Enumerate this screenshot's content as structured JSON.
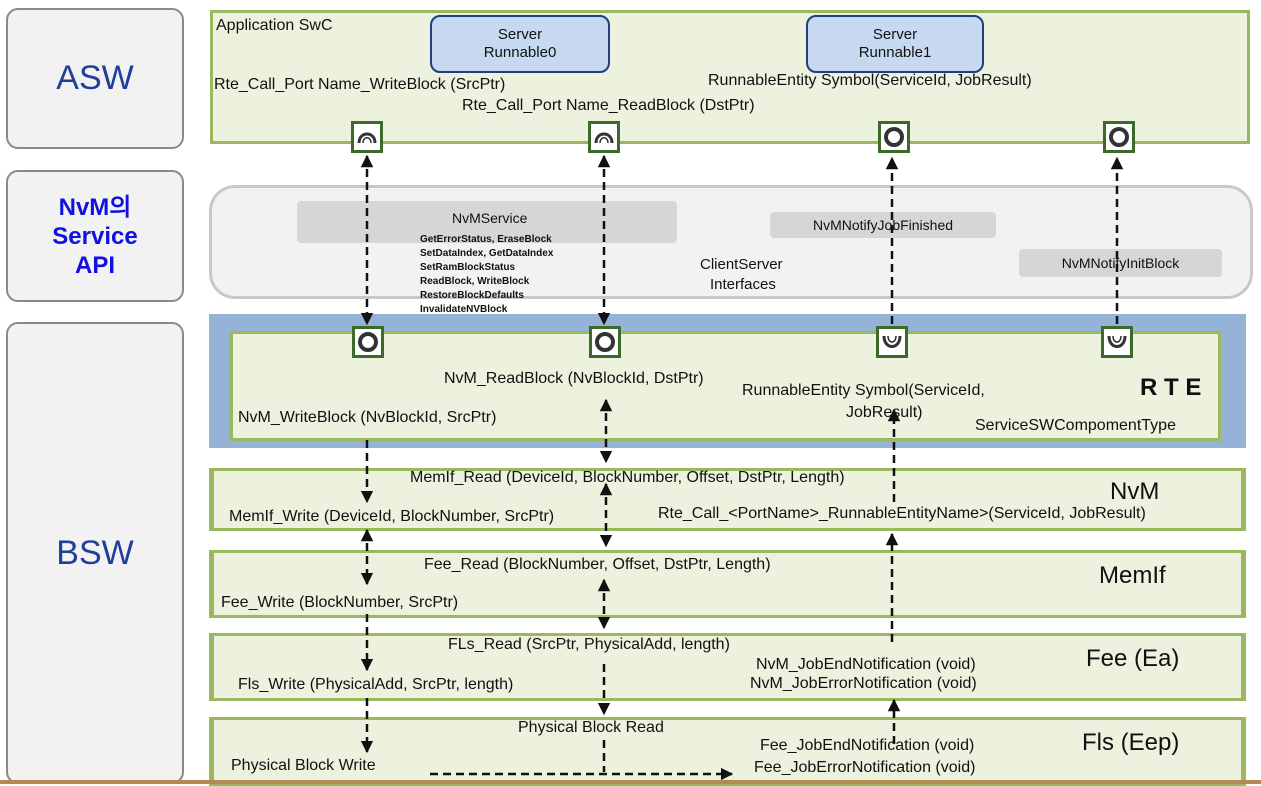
{
  "side": {
    "asw": "ASW",
    "api_line1": "NvM의",
    "api_line2": "Service",
    "api_line3": "API",
    "bsw": "BSW"
  },
  "asw": {
    "title": "Application SwC",
    "runnable0": [
      "Server",
      "Runnable0"
    ],
    "runnable1": [
      "Server",
      "Runnable1"
    ],
    "write_call": "Rte_Call_Port Name_WriteBlock (SrcPtr)",
    "read_call": "Rte_Call_Port Name_ReadBlock (DstPtr)",
    "entity_symbol": "RunnableEntity Symbol(ServiceId, JobResult)"
  },
  "interfaces": {
    "service_title": "NvMService",
    "service_ops": [
      "GetErrorStatus, EraseBlock",
      "SetDataIndex, GetDataIndex",
      "SetRamBlockStatus",
      "ReadBlock, WriteBlock",
      "RestoreBlockDefaults",
      "InvalidateNVBlock"
    ],
    "notify_job": "NvMNotifyJobFinished",
    "notify_init": "NvMNotifyInitBlock",
    "clientserver_1": "ClientServer",
    "clientserver_2": "Interfaces"
  },
  "rte": {
    "read": "NvM_ReadBlock (NvBlockId, DstPtr)",
    "write": "NvM_WriteBlock (NvBlockId, SrcPtr)",
    "entity_1": "RunnableEntity Symbol(ServiceId,",
    "entity_2": "JobResult)",
    "label": "R  T  E",
    "swc_type": "ServiceSWCompomentType"
  },
  "nvm": {
    "read": "MemIf_Read (DeviceId, BlockNumber, Offset, DstPtr, Length)",
    "write": "MemIf_Write (DeviceId, BlockNumber, SrcPtr)",
    "rte_call": "Rte_Call_<PortName>_RunnableEntityName>(ServiceId, JobResult)",
    "label": "NvM"
  },
  "memif": {
    "read": "Fee_Read (BlockNumber, Offset, DstPtr, Length)",
    "write": "Fee_Write (BlockNumber, SrcPtr)",
    "label": "MemIf"
  },
  "fee": {
    "read": "FLs_Read (SrcPtr, PhysicalAdd, length)",
    "write": "Fls_Write (PhysicalAdd, SrcPtr, length)",
    "end": "NvM_JobEndNotification (void)",
    "error": "NvM_JobErrorNotification (void)",
    "label": "Fee (Ea)"
  },
  "fls": {
    "read": "Physical Block Read",
    "write": "Physical Block Write",
    "end": "Fee_JobEndNotification (void)",
    "error": "Fee_JobErrorNotification (void)",
    "label": "Fls (Eep)"
  },
  "colors": {
    "layer_fill": "#ecf2dd",
    "layer_border": "#9ab85e",
    "rte_band": "#95b3d7",
    "port_border": "#3b6a2a",
    "side_text": "#1f3f9a"
  }
}
